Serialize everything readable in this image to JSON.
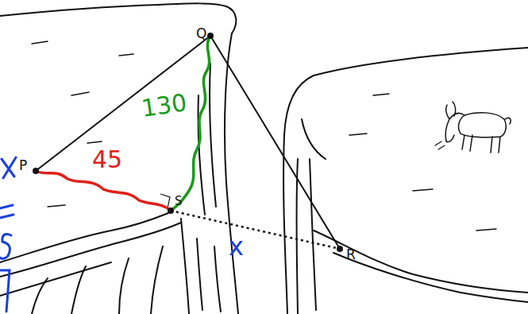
{
  "diagram": {
    "labels": [
      "Q",
      "P",
      "S",
      "R",
      "130",
      "45",
      "x"
    ]
  }
}
